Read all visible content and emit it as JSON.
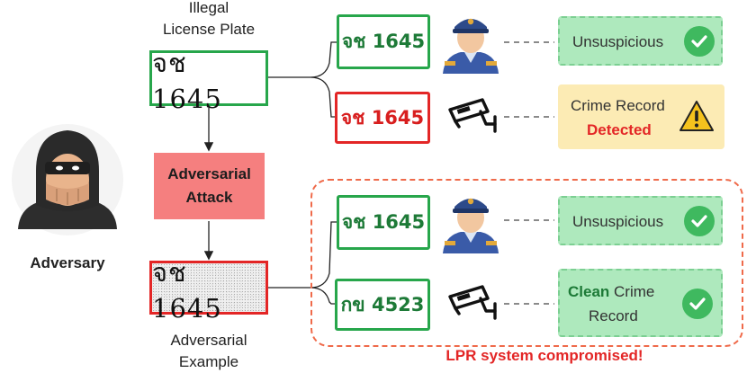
{
  "labels": {
    "illegal_plate_line1": "Illegal",
    "illegal_plate_line2": "License Plate",
    "adversarial_example_line1": "Adversarial",
    "adversarial_example_line2": "Example",
    "adversary": "Adversary",
    "attack_line1": "Adversarial",
    "attack_line2": "Attack",
    "compromised": "LPR system compromised!"
  },
  "plates": {
    "illegal": "จช 1645",
    "adversarial": "จช 1645"
  },
  "reads": {
    "top_officer": "จช 1645",
    "top_camera": "จช 1645",
    "bottom_officer": "จช 1645",
    "bottom_camera": "กข 4523"
  },
  "results": {
    "top_officer": "Unsuspicious",
    "top_camera_line1": "Crime Record",
    "top_camera_line2": "Detected",
    "bottom_officer": "Unsuspicious",
    "bottom_camera_word1": "Clean",
    "bottom_camera_word2": " Crime",
    "bottom_camera_line2": "Record"
  },
  "colors": {
    "green": "#27a64b",
    "red": "#e32626",
    "attack": "#f57f7f",
    "ok_box": "#aee9bd",
    "warn_box": "#fcebb4",
    "compromised": "#e32626"
  },
  "icons": {
    "adversary": "masked-thief-icon",
    "officer": "police-officer-icon",
    "camera": "cctv-camera-icon",
    "check": "check-circle-icon",
    "warning": "warning-triangle-icon"
  }
}
